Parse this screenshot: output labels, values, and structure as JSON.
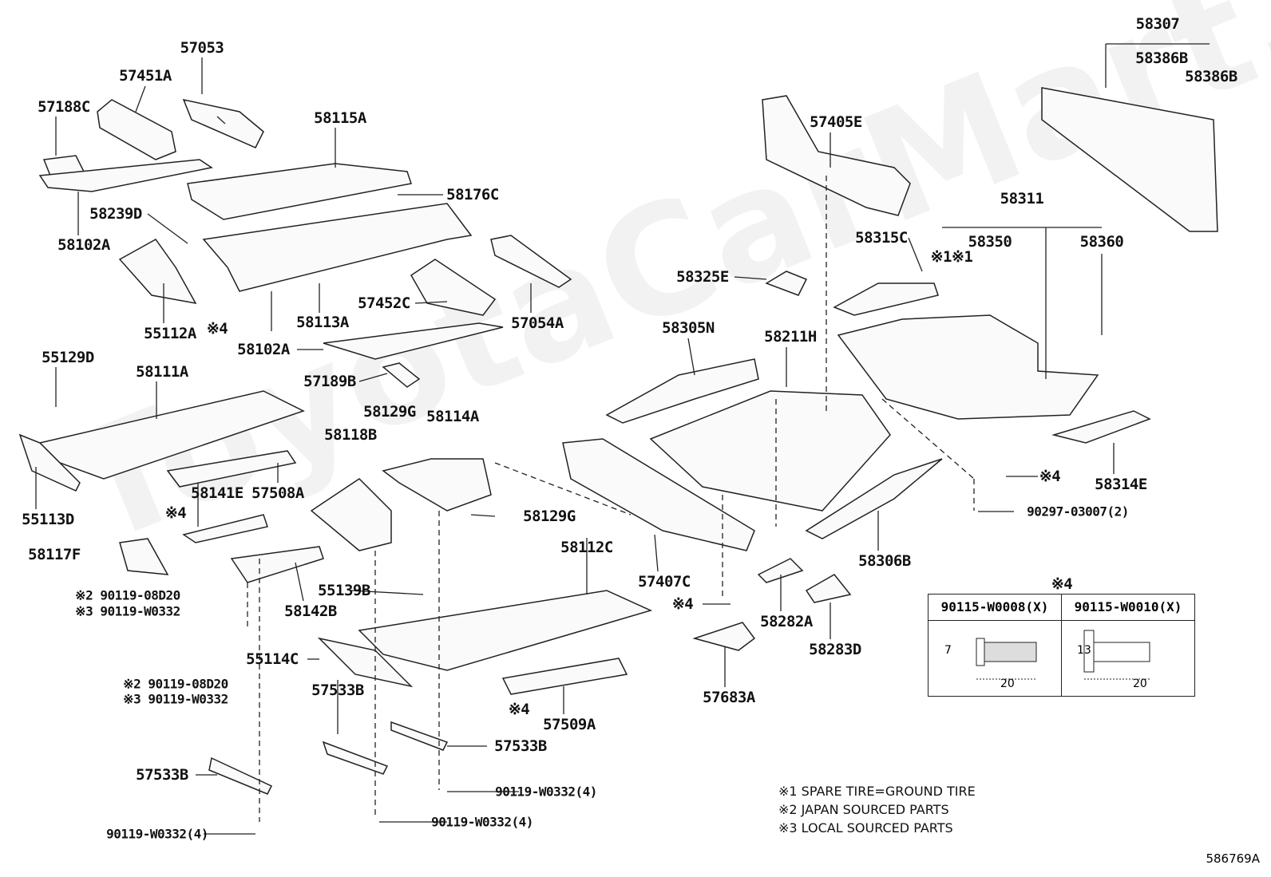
{
  "watermark": "ToyotaCarMart.ru",
  "diagram_code": "586769A",
  "labels": [
    "57053",
    "57451A",
    "57188C",
    "58115A",
    "58176C",
    "58239D",
    "58102A",
    "55112A",
    "57452C",
    "57054A",
    "58113A",
    "※4",
    "58102A",
    "57189B",
    "55129D",
    "58111A",
    "55113D",
    "58141E",
    "57508A",
    "※4",
    "58117F",
    "58129G",
    "58114A",
    "58118B",
    "58129G",
    "55139B",
    "58142B",
    "55114C",
    "58112C",
    "57407C",
    "57533B",
    "57509A",
    "57533B",
    "57533B",
    "※4",
    "90119-W0332(4)",
    "90119-W0332(4)",
    "90119-W0332(4)",
    "※2 90119-08D20",
    "※3 90119-W0332",
    "※2 90119-08D20",
    "※3 90119-W0332",
    "57405E",
    "58307",
    "58386B",
    "58386B",
    "58311",
    "58315C",
    "58350",
    "58360",
    "※1※1",
    "58325E",
    "58305N",
    "58211H",
    "58314E",
    "※4",
    "90297-03007(2)",
    "58306B",
    "※4",
    "58282A",
    "58283D",
    "57683A"
  ],
  "bolt_table": {
    "title": "※4",
    "columns": [
      {
        "part": "90115-W0008(X)",
        "dim_a": "7",
        "dim_b": "20"
      },
      {
        "part": "90115-W0010(X)",
        "dim_a": "13",
        "dim_b": "20"
      }
    ]
  },
  "footnotes": [
    "※1 SPARE TIRE=GROUND TIRE",
    "※2 JAPAN SOURCED PARTS",
    "※3 LOCAL SOURCED PARTS"
  ]
}
